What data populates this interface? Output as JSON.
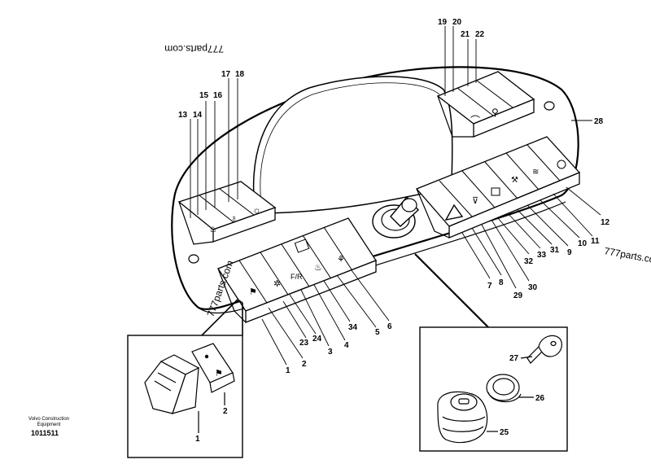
{
  "watermarks": [
    "777parts.com",
    "777parts.com",
    "777parts.com"
  ],
  "footer": {
    "company_line1": "Volvo Construction",
    "company_line2": "Equipment",
    "drawing_id": "1011511"
  },
  "callouts": {
    "c1": "1",
    "c2": "2",
    "c3": "3",
    "c4": "4",
    "c5": "5",
    "c6": "6",
    "c7": "7",
    "c8": "8",
    "c9": "9",
    "c10": "10",
    "c11": "11",
    "c12": "12",
    "c13": "13",
    "c14": "14",
    "c15": "15",
    "c16": "16",
    "c17": "17",
    "c18": "18",
    "c19": "19",
    "c20": "20",
    "c21": "21",
    "c22": "22",
    "c23": "23",
    "c24": "24",
    "c28": "28",
    "c29": "29",
    "c30": "30",
    "c31": "31",
    "c32": "32",
    "c33": "33",
    "c34": "34"
  },
  "detail_left": {
    "d1": "1",
    "d2": "2"
  },
  "detail_right": {
    "d25": "25",
    "d26": "26",
    "d27": "27"
  }
}
